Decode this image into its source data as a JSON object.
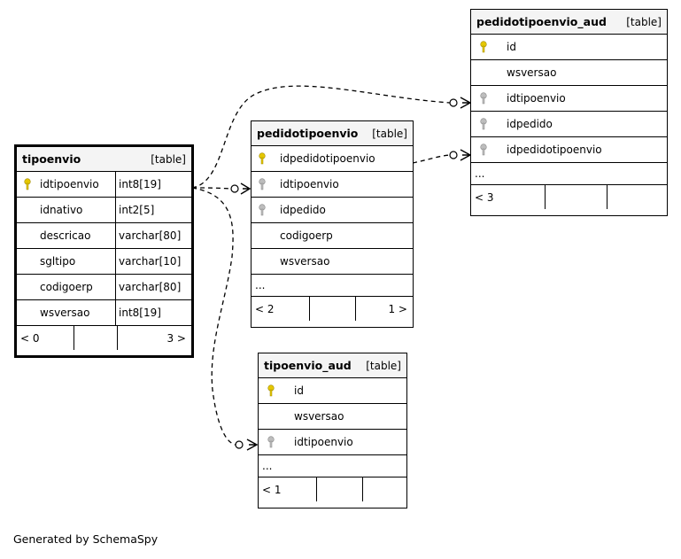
{
  "diagram": {
    "generated_by": "Generated by SchemaSpy",
    "tables": {
      "tipoenvio": {
        "name": "tipoenvio",
        "type_label": "[table]",
        "columns": [
          {
            "name": "idtipoenvio",
            "type": "int8[19]",
            "key": "primary"
          },
          {
            "name": "idnativo",
            "type": "int2[5]",
            "key": ""
          },
          {
            "name": "descricao",
            "type": "varchar[80]",
            "key": ""
          },
          {
            "name": "sgltipo",
            "type": "varchar[10]",
            "key": ""
          },
          {
            "name": "codigoerp",
            "type": "varchar[80]",
            "key": ""
          },
          {
            "name": "wsversao",
            "type": "int8[19]",
            "key": ""
          }
        ],
        "footer_left": "< 0",
        "footer_right": "3 >"
      },
      "pedidotipoenvio": {
        "name": "pedidotipoenvio",
        "type_label": "[table]",
        "columns": [
          {
            "name": "idpedidotipoenvio",
            "key": "primary"
          },
          {
            "name": "idtipoenvio",
            "key": "foreign"
          },
          {
            "name": "idpedido",
            "key": "foreign"
          },
          {
            "name": "codigoerp",
            "key": ""
          },
          {
            "name": "wsversao",
            "key": ""
          }
        ],
        "more": "...",
        "footer_left": "< 2",
        "footer_right": "1 >"
      },
      "pedidotipoenvio_aud": {
        "name": "pedidotipoenvio_aud",
        "type_label": "[table]",
        "columns": [
          {
            "name": "id",
            "key": "primary"
          },
          {
            "name": "wsversao",
            "key": ""
          },
          {
            "name": "idtipoenvio",
            "key": "foreign"
          },
          {
            "name": "idpedido",
            "key": "foreign"
          },
          {
            "name": "idpedidotipoenvio",
            "key": "foreign"
          }
        ],
        "more": "...",
        "footer_left": "< 3"
      },
      "tipoenvio_aud": {
        "name": "tipoenvio_aud",
        "type_label": "[table]",
        "columns": [
          {
            "name": "id",
            "key": "primary"
          },
          {
            "name": "wsversao",
            "key": ""
          },
          {
            "name": "idtipoenvio",
            "key": "foreign"
          }
        ],
        "more": "...",
        "footer_left": "< 1"
      }
    },
    "colors": {
      "primary_key": "#e5c700",
      "foreign_key": "#a8a8a8",
      "header_bg": "#f4f4f4"
    }
  }
}
